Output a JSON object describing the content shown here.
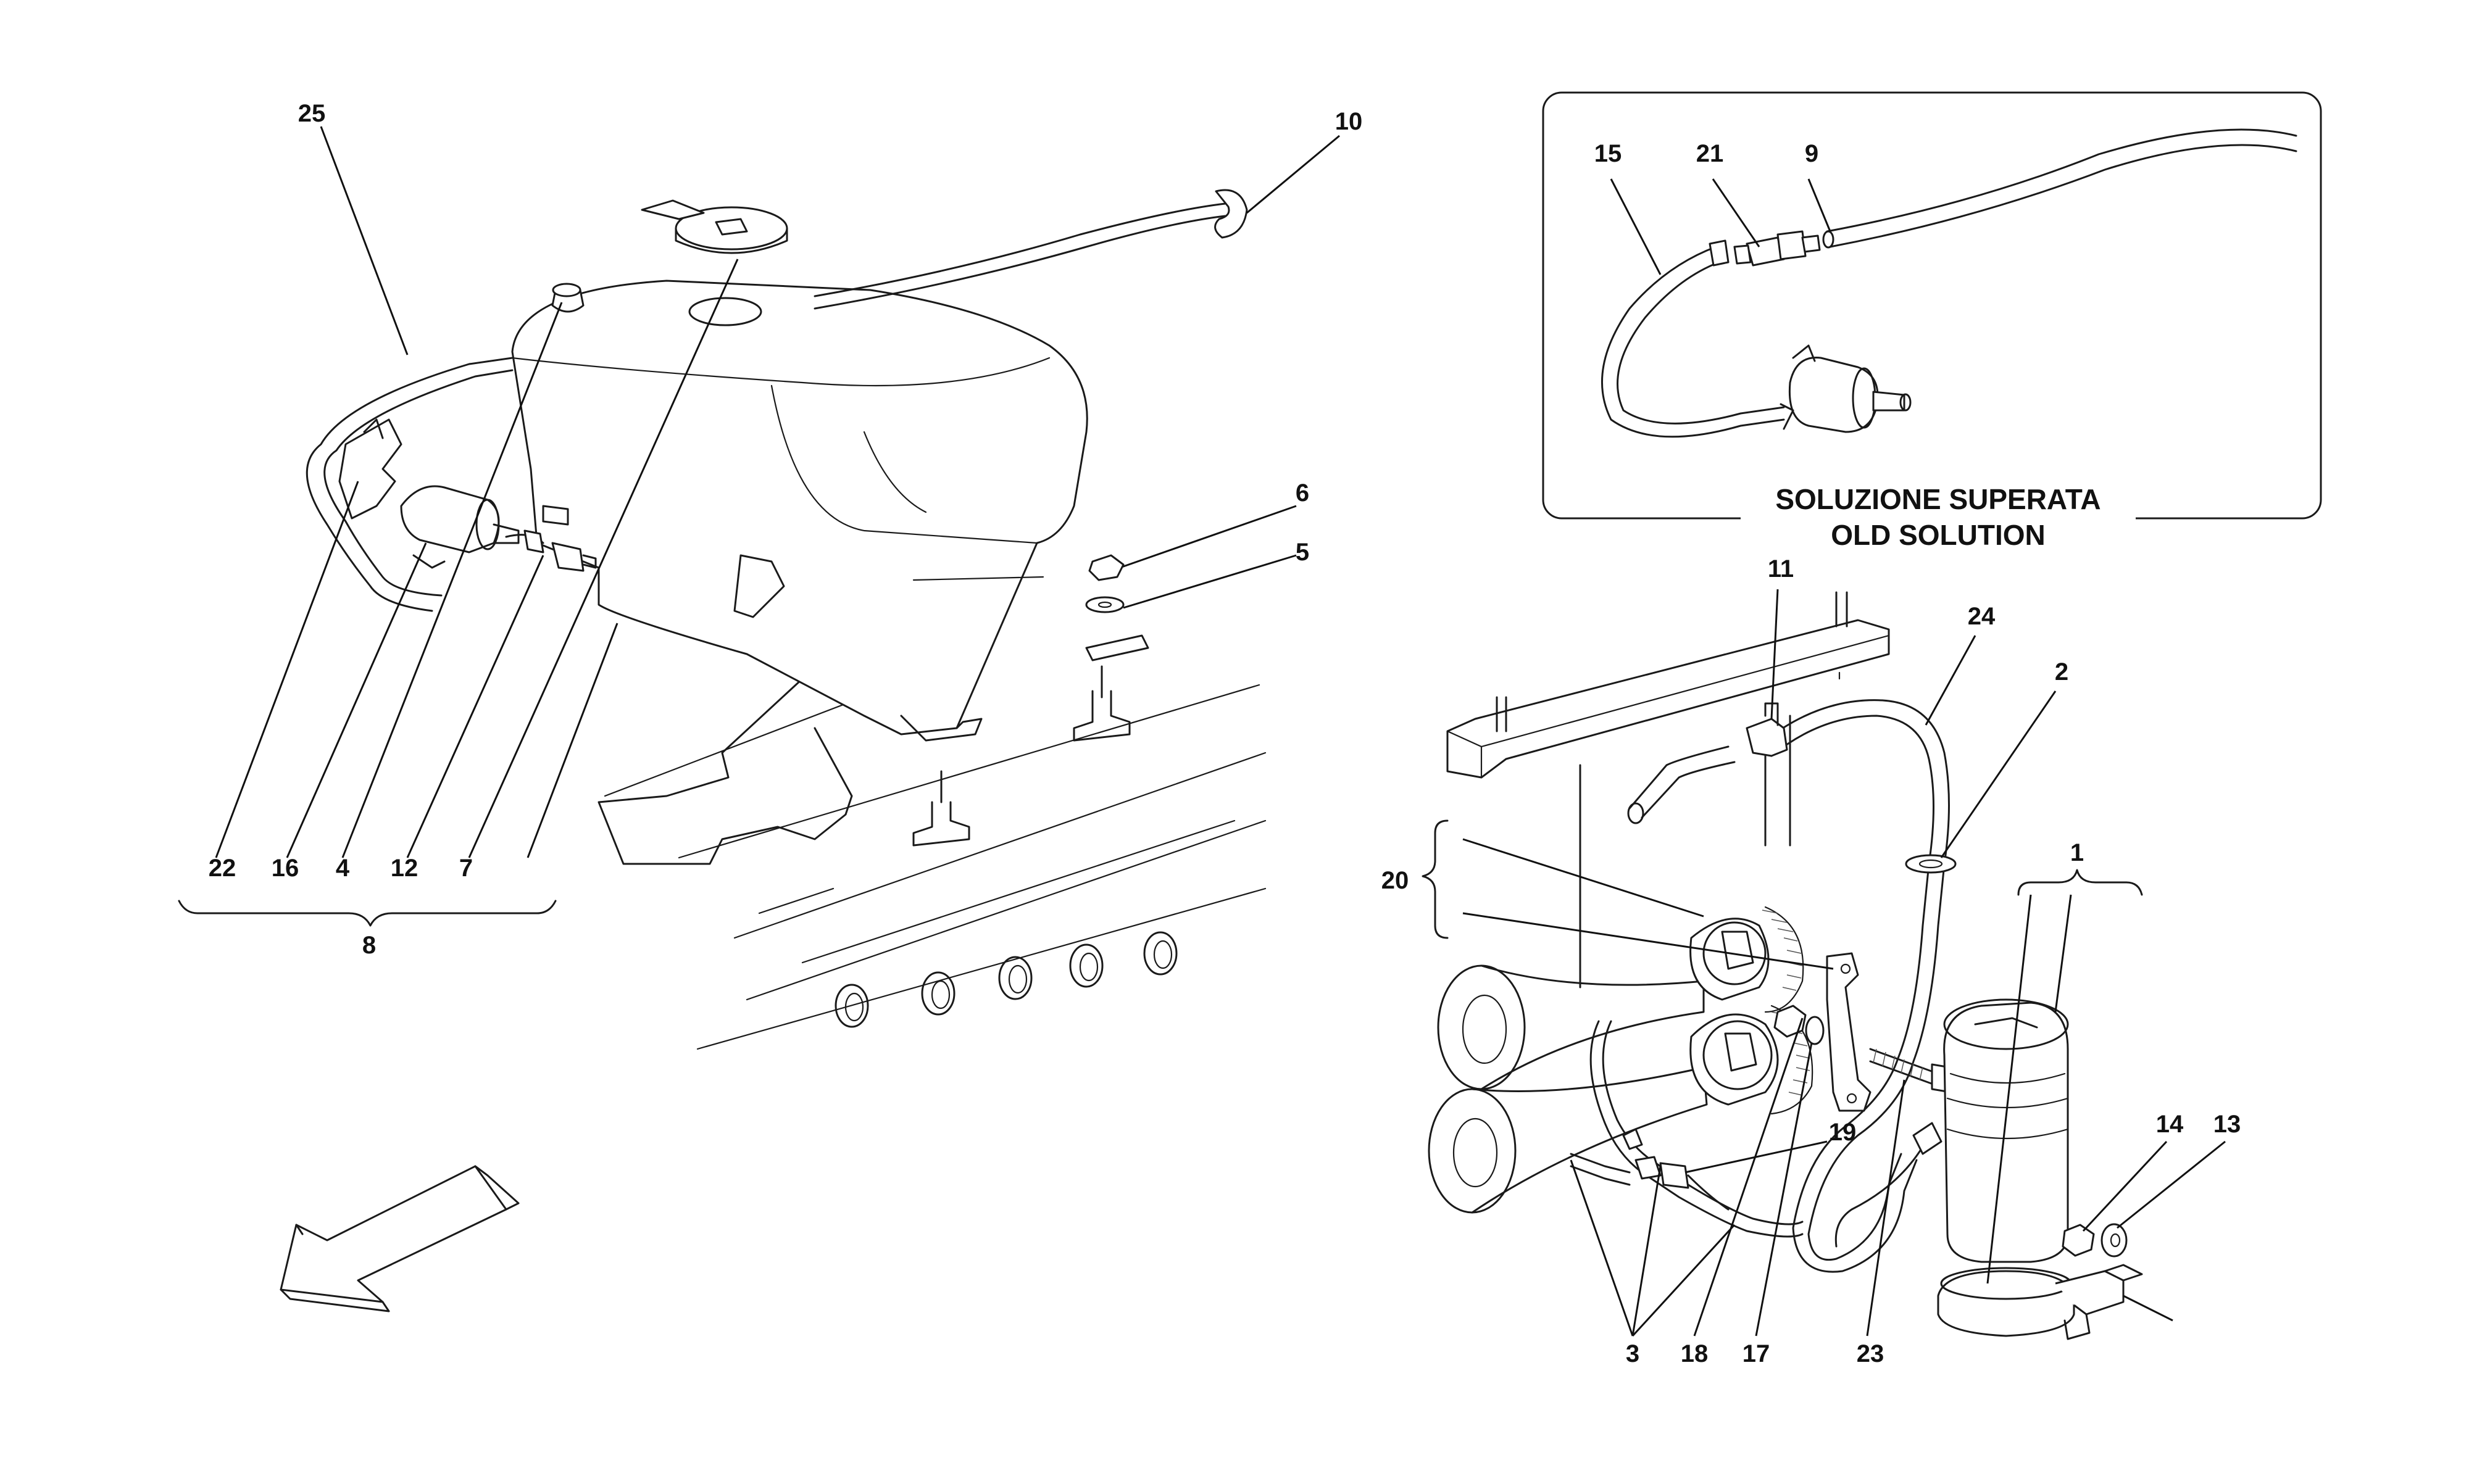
{
  "callouts": {
    "n25": "25",
    "n10": "10",
    "n6": "6",
    "n5": "5",
    "n22": "22",
    "n16": "16",
    "n4": "4",
    "n12": "12",
    "n7": "7",
    "n8": "8",
    "n15": "15",
    "n21": "21",
    "n9": "9",
    "n11": "11",
    "n24": "24",
    "n2": "2",
    "n20": "20",
    "n1": "1",
    "n19": "19",
    "n14": "14",
    "n13": "13",
    "n3": "3",
    "n18": "18",
    "n17": "17",
    "n23": "23"
  },
  "inset": {
    "caption_line1": "SOLUZIONE SUPERATA",
    "caption_line2": "OLD SOLUTION"
  },
  "icons": {
    "direction_arrow": "front-direction-arrow-icon"
  }
}
